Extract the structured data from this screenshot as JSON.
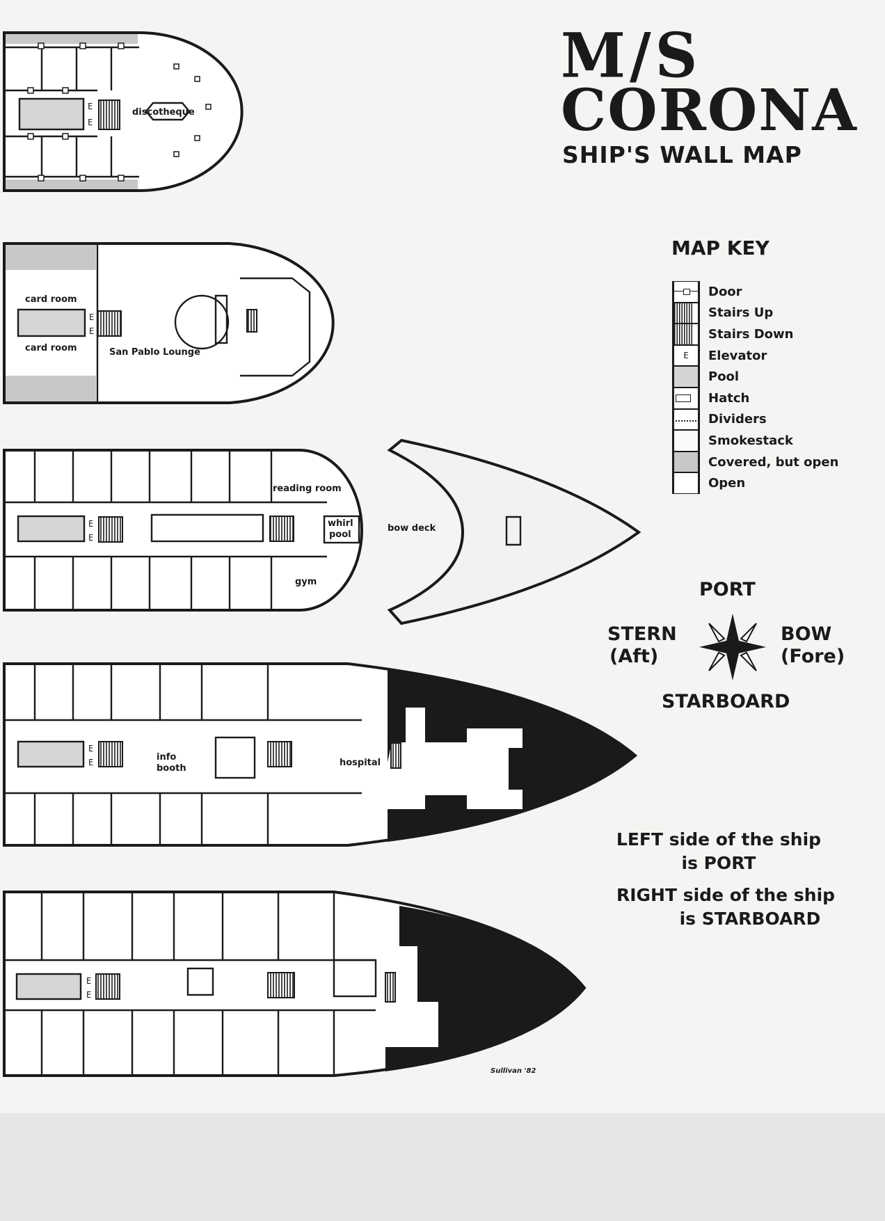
{
  "title": {
    "line1": "M/S",
    "line2": "CORONA",
    "subtitle": "SHIP'S WALL MAP"
  },
  "map_key": {
    "title": "MAP KEY",
    "items": [
      {
        "label": "Door",
        "icon": "door-icon"
      },
      {
        "label": "Stairs Up",
        "icon": "stairs-up-icon"
      },
      {
        "label": "Stairs Down",
        "icon": "stairs-down-icon"
      },
      {
        "label": "Elevator",
        "icon": "elevator-icon",
        "glyph": "E"
      },
      {
        "label": "Pool",
        "icon": "pool-icon"
      },
      {
        "label": "Hatch",
        "icon": "hatch-icon"
      },
      {
        "label": "Dividers",
        "icon": "dividers-icon"
      },
      {
        "label": "Smokestack",
        "icon": "smokestack-icon"
      },
      {
        "label": "Covered, but open",
        "icon": "covered-icon"
      },
      {
        "label": "Open",
        "icon": "open-icon"
      }
    ]
  },
  "compass": {
    "port": "PORT",
    "stern": "STERN",
    "stern_sub": "(Aft)",
    "bow": "BOW",
    "bow_sub": "(Fore)",
    "starboard": "STARBOARD"
  },
  "rules": {
    "left_line1": "LEFT side of the ship",
    "left_line2": "is PORT",
    "right_line1": "RIGHT side of the ship",
    "right_line2": "is STARBOARD"
  },
  "decks": {
    "deck1": {
      "labels": [
        "discotheque"
      ]
    },
    "deck2": {
      "labels": [
        "card room",
        "card room",
        "San Pablo Lounge"
      ]
    },
    "deck3": {
      "labels": [
        "reading room",
        "whirl",
        "pool",
        "bow deck",
        "gym"
      ]
    },
    "deck4": {
      "labels": [
        "info",
        "booth",
        "hospital"
      ]
    },
    "deck5": {
      "labels": []
    }
  },
  "elevator_glyph": "E",
  "signature": "Sullivan '82"
}
